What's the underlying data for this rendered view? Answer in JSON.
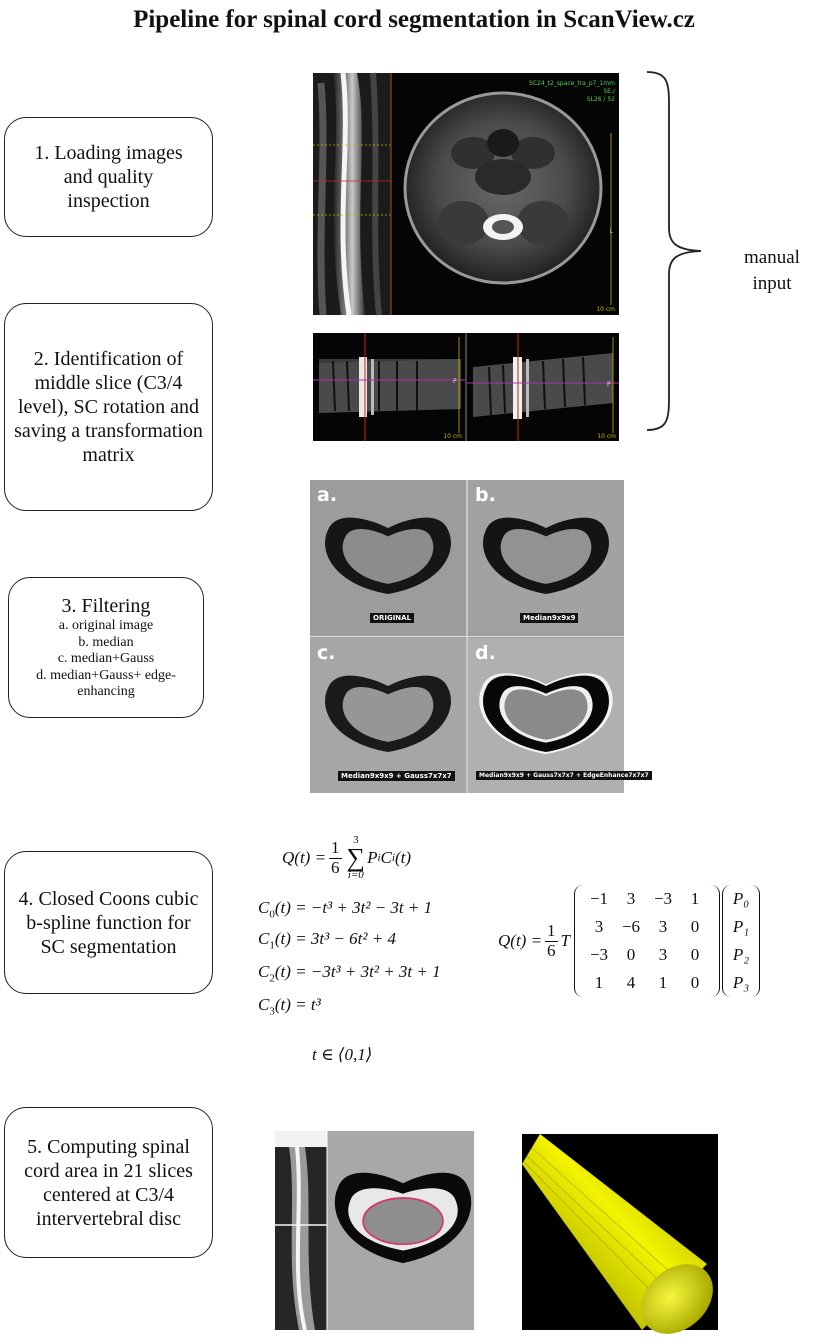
{
  "title": "Pipeline for spinal cord segmentation in ScanView.cz",
  "steps": [
    {
      "label": "1. Loading images and quality inspection"
    },
    {
      "label": "2. Identification of middle slice (C3/4 level), SC rotation and saving a transformation matrix"
    },
    {
      "label": "3. Filtering",
      "subitems": [
        "a. original image",
        "b. median",
        "c. median+Gauss",
        "d. median+Gauss+ edge-enhancing"
      ]
    },
    {
      "label": "4. Closed Coons cubic b-spline function for SC segmentation"
    },
    {
      "label": "5. Computing spinal cord area in 21 slices centered at C3/4 intervertebral disc"
    }
  ],
  "brace_label": [
    "manual",
    "input"
  ],
  "mri_overlay": {
    "line1": "SC24_t2_space_tra_p7_1mm",
    "line2": "SE:/",
    "line3": "SL26 / 52",
    "side_mark": "L",
    "scale": "10 cm"
  },
  "sagittal_overlay": {
    "mark_p1": "P",
    "mark_p2": "P",
    "scale1": "10 cm",
    "scale2": "10 cm"
  },
  "filter_tiles": [
    {
      "letter": "a.",
      "caption": "ORIGINAL"
    },
    {
      "letter": "b.",
      "caption": "Median9x9x9"
    },
    {
      "letter": "c.",
      "caption": "Median9x9x9 + Gauss7x7x7"
    },
    {
      "letter": "d.",
      "caption": "Median9x9x9 + Gauss7x7x7 + EdgeEnhance7x7x7"
    }
  ],
  "equations": {
    "q_sum": {
      "lhs": "Q(t) = ",
      "frac_num": "1",
      "frac_den": "6",
      "sum_top": "3",
      "sum_bottom": "i=0",
      "term": "P",
      "term_sub": "i",
      "term2": "C",
      "term2_sub": "i",
      "term_tail": "(t)"
    },
    "c0": {
      "lhs": "C",
      "sub": "0",
      "rhs": "(t) = −t³ + 3t² − 3t + 1"
    },
    "c1": {
      "lhs": "C",
      "sub": "1",
      "rhs": "(t) = 3t³ − 6t² + 4"
    },
    "c2": {
      "lhs": "C",
      "sub": "2",
      "rhs": "(t) = −3t³ + 3t² + 3t + 1"
    },
    "c3": {
      "lhs": "C",
      "sub": "3",
      "rhs": "(t) = t³"
    },
    "t_range": "t ∈ ⟨0,1⟩",
    "q_matrix": {
      "lhs": "Q(t) = ",
      "frac_num": "1",
      "frac_den": "6",
      "T": "T",
      "matrix": [
        [
          "−1",
          "3",
          "−3",
          "1"
        ],
        [
          "3",
          "−6",
          "3",
          "0"
        ],
        [
          "−3",
          "0",
          "3",
          "0"
        ],
        [
          "1",
          "4",
          "1",
          "0"
        ]
      ],
      "vector": [
        "P₀",
        "P₁",
        "P₂",
        "P₃"
      ]
    }
  }
}
